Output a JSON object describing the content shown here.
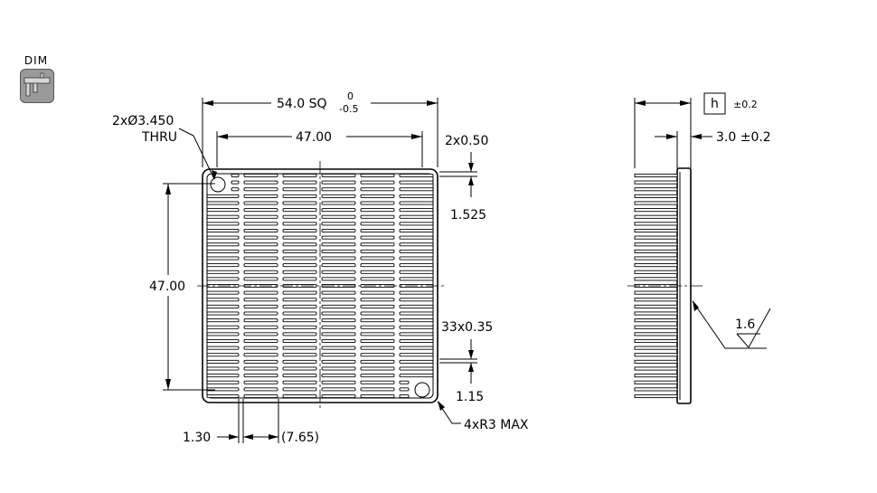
{
  "badge": {
    "text": "DIM",
    "icon": "caliper-icon"
  },
  "top_view": {
    "overall_width_label": "54.0 SQ",
    "tol_upper": "0",
    "tol_lower": "-0.5",
    "inner_width_label": "47.00",
    "hole_label_line1": "2xØ3.450",
    "hole_label_line2": "THRU",
    "fin_gap_label": "2x0.50",
    "edge_offset_label": "1.525",
    "height_label": "47.00",
    "fin_thickness_label": "33x0.35",
    "bottom_offset_label": "1.15",
    "left_margin_label": "1.30",
    "pitch_label": "(7.65)",
    "corner_radius_label": "4xR3 MAX"
  },
  "side_view": {
    "height_symbol": "h",
    "height_tol": "±0.2",
    "base_thickness_label": "3.0 ±0.2",
    "roughness_label": "1.6"
  }
}
